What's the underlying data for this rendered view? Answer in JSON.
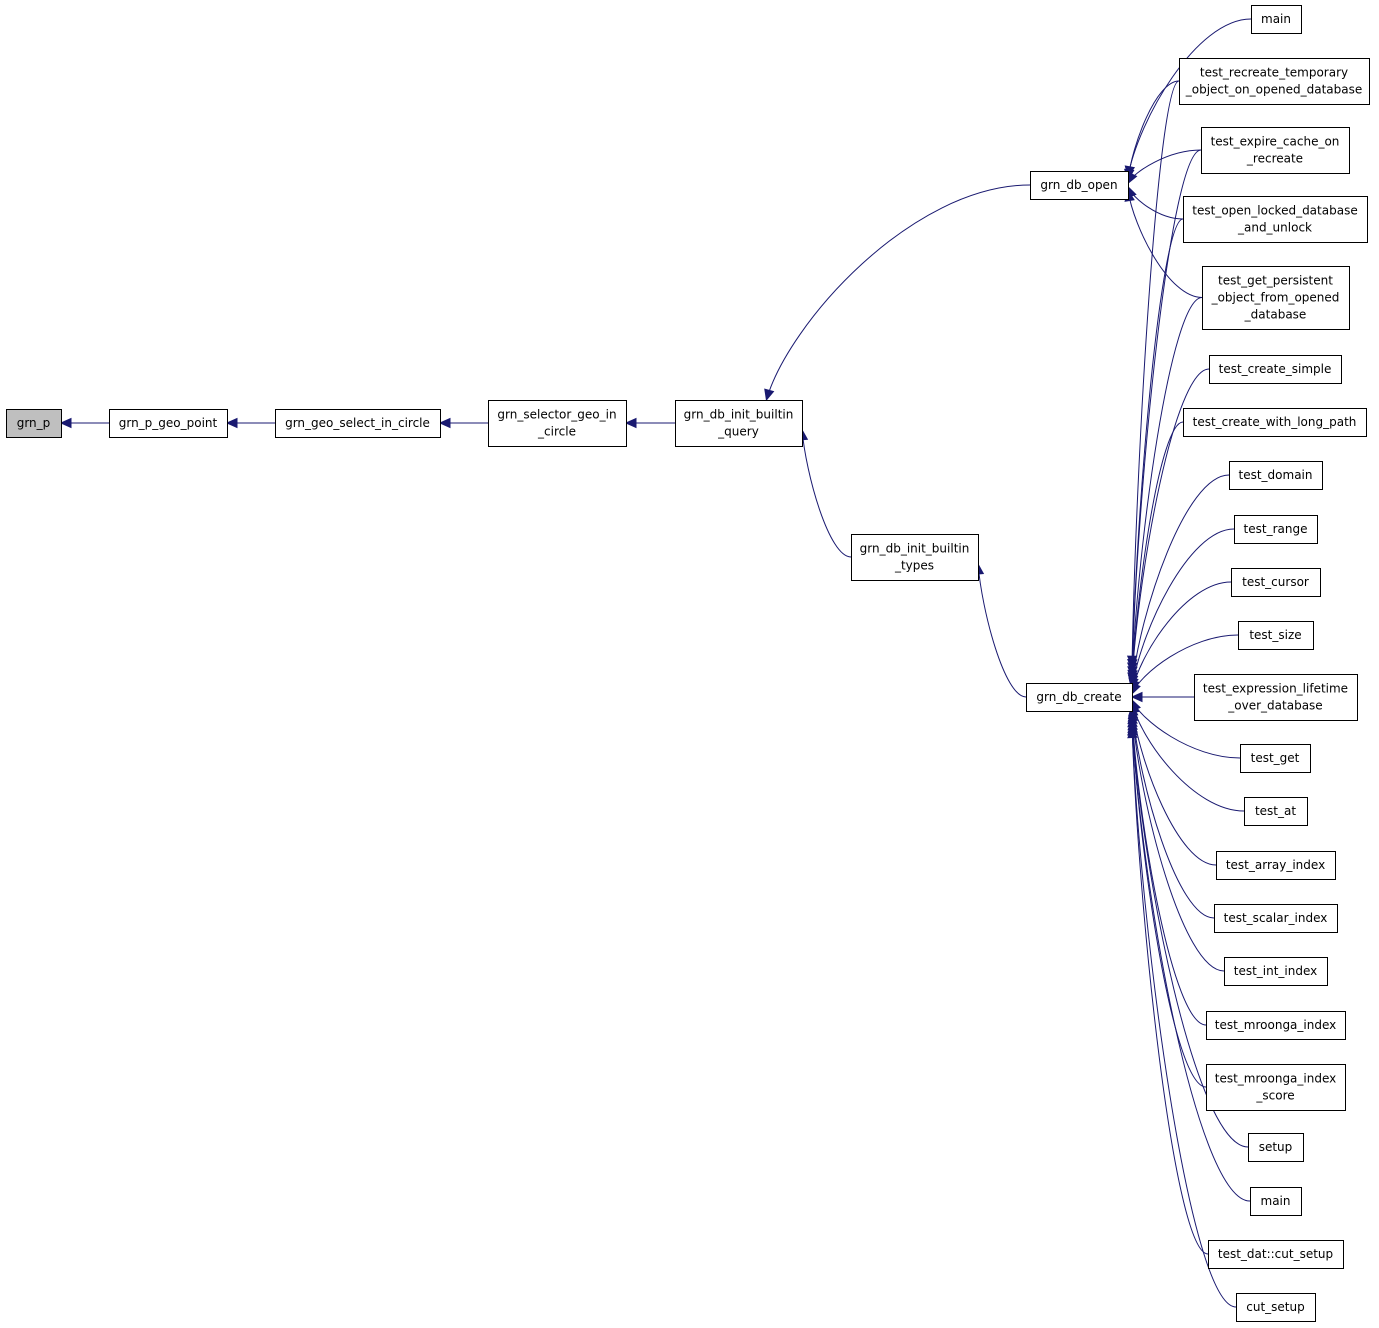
{
  "colors": {
    "edge": "#191970",
    "root_fill": "#bfbfbf",
    "node_fill": "#ffffff",
    "border": "#000000"
  },
  "nodes": [
    {
      "id": "n0",
      "lines": [
        "grn_p"
      ],
      "root": true
    },
    {
      "id": "n1",
      "lines": [
        "grn_p_geo_point"
      ]
    },
    {
      "id": "n2",
      "lines": [
        "grn_geo_select_in_circle"
      ]
    },
    {
      "id": "n3",
      "lines": [
        "grn_selector_geo_in",
        "_circle"
      ]
    },
    {
      "id": "n4",
      "lines": [
        "grn_db_init_builtin",
        "_query"
      ]
    },
    {
      "id": "n5",
      "lines": [
        "grn_db_open"
      ]
    },
    {
      "id": "n6",
      "lines": [
        "grn_db_init_builtin",
        "_types"
      ]
    },
    {
      "id": "n7",
      "lines": [
        "grn_db_create"
      ]
    },
    {
      "id": "n8",
      "lines": [
        "main"
      ]
    },
    {
      "id": "n9",
      "lines": [
        "test_recreate_temporary",
        "_object_on_opened_database"
      ]
    },
    {
      "id": "n10",
      "lines": [
        "test_expire_cache_on",
        "_recreate"
      ]
    },
    {
      "id": "n11",
      "lines": [
        "test_open_locked_database",
        "_and_unlock"
      ]
    },
    {
      "id": "n12",
      "lines": [
        "test_get_persistent",
        "_object_from_opened",
        "_database"
      ]
    },
    {
      "id": "n13",
      "lines": [
        "test_create_simple"
      ]
    },
    {
      "id": "n14",
      "lines": [
        "test_create_with_long_path"
      ]
    },
    {
      "id": "n15",
      "lines": [
        "test_domain"
      ]
    },
    {
      "id": "n16",
      "lines": [
        "test_range"
      ]
    },
    {
      "id": "n17",
      "lines": [
        "test_cursor"
      ]
    },
    {
      "id": "n18",
      "lines": [
        "test_size"
      ]
    },
    {
      "id": "n19",
      "lines": [
        "test_expression_lifetime",
        "_over_database"
      ]
    },
    {
      "id": "n20",
      "lines": [
        "test_get"
      ]
    },
    {
      "id": "n21",
      "lines": [
        "test_at"
      ]
    },
    {
      "id": "n22",
      "lines": [
        "test_array_index"
      ]
    },
    {
      "id": "n23",
      "lines": [
        "test_scalar_index"
      ]
    },
    {
      "id": "n24",
      "lines": [
        "test_int_index"
      ]
    },
    {
      "id": "n25",
      "lines": [
        "test_mroonga_index"
      ]
    },
    {
      "id": "n26",
      "lines": [
        "test_mroonga_index",
        "_score"
      ]
    },
    {
      "id": "n27",
      "lines": [
        "setup"
      ]
    },
    {
      "id": "n28",
      "lines": [
        "main"
      ]
    },
    {
      "id": "n29",
      "lines": [
        "test_dat::cut_setup"
      ]
    },
    {
      "id": "n30",
      "lines": [
        "cut_setup"
      ]
    }
  ],
  "edges": [
    {
      "from": "n1",
      "to": "n0"
    },
    {
      "from": "n2",
      "to": "n1"
    },
    {
      "from": "n3",
      "to": "n2"
    },
    {
      "from": "n4",
      "to": "n3"
    },
    {
      "from": "n5",
      "to": "n4"
    },
    {
      "from": "n6",
      "to": "n4"
    },
    {
      "from": "n7",
      "to": "n6"
    },
    {
      "from": "n8",
      "to": "n5"
    },
    {
      "from": "n9",
      "to": "n5"
    },
    {
      "from": "n10",
      "to": "n5"
    },
    {
      "from": "n11",
      "to": "n5"
    },
    {
      "from": "n12",
      "to": "n5"
    },
    {
      "from": "n9",
      "to": "n7"
    },
    {
      "from": "n10",
      "to": "n7"
    },
    {
      "from": "n11",
      "to": "n7"
    },
    {
      "from": "n12",
      "to": "n7"
    },
    {
      "from": "n13",
      "to": "n7"
    },
    {
      "from": "n14",
      "to": "n7"
    },
    {
      "from": "n15",
      "to": "n7"
    },
    {
      "from": "n16",
      "to": "n7"
    },
    {
      "from": "n17",
      "to": "n7"
    },
    {
      "from": "n18",
      "to": "n7"
    },
    {
      "from": "n19",
      "to": "n7"
    },
    {
      "from": "n20",
      "to": "n7"
    },
    {
      "from": "n21",
      "to": "n7"
    },
    {
      "from": "n22",
      "to": "n7"
    },
    {
      "from": "n23",
      "to": "n7"
    },
    {
      "from": "n24",
      "to": "n7"
    },
    {
      "from": "n25",
      "to": "n7"
    },
    {
      "from": "n26",
      "to": "n7"
    },
    {
      "from": "n27",
      "to": "n7"
    },
    {
      "from": "n28",
      "to": "n7"
    },
    {
      "from": "n29",
      "to": "n7"
    },
    {
      "from": "n30",
      "to": "n7"
    }
  ]
}
